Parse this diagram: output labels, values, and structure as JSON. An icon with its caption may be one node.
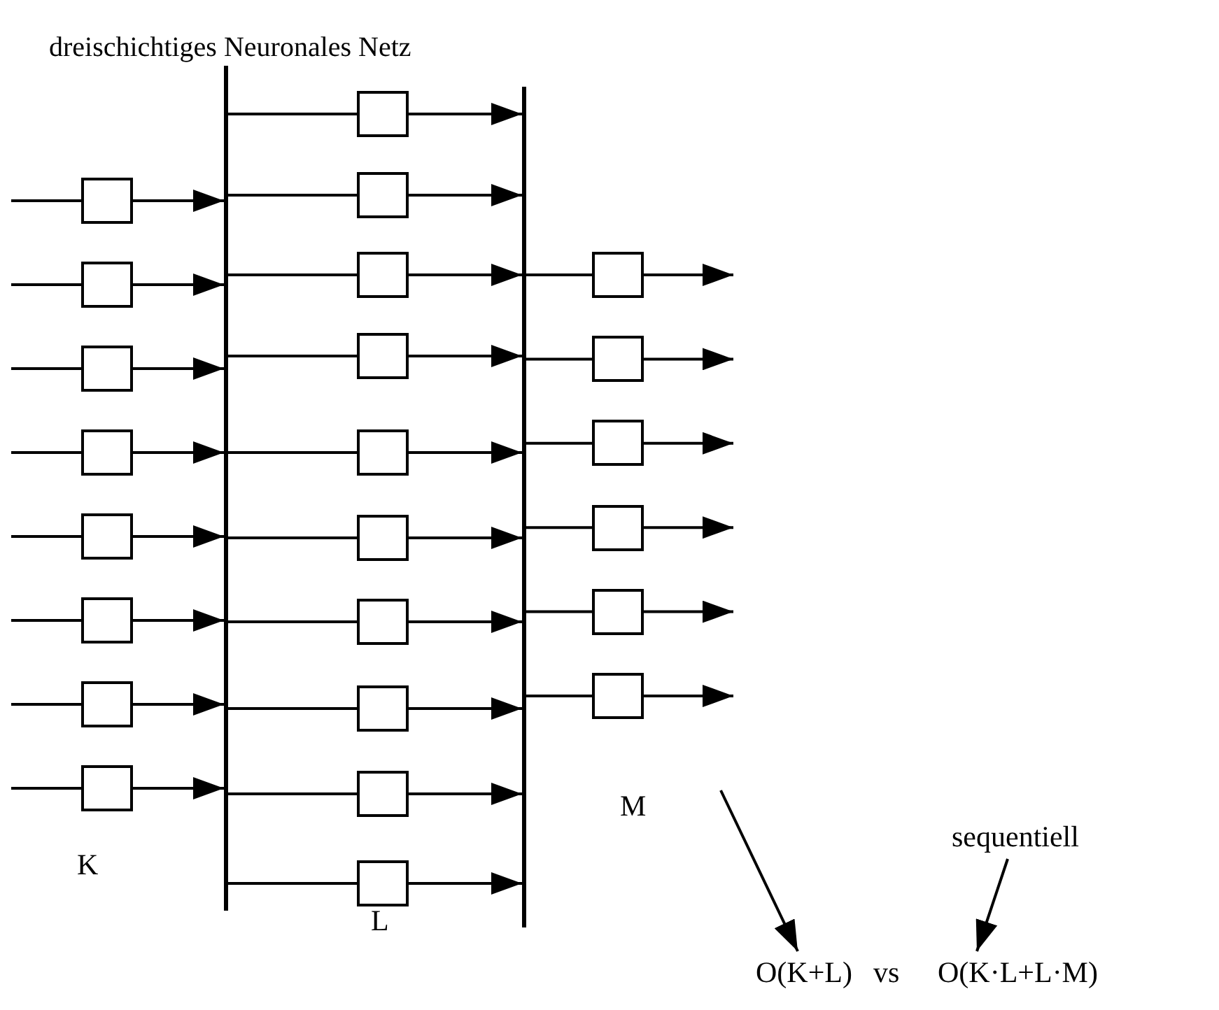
{
  "diagram": {
    "title": "dreischichtiges Neuronales Netz",
    "nodes": [
      {
        "text": [],
        "shape": "bar"
      },
      {
        "text": [],
        "shape": "bar"
      },
      {
        "text": [],
        "shape": "box"
      },
      {
        "text": [],
        "shape": "box"
      },
      {
        "text": [],
        "shape": "box"
      },
      {
        "text": [],
        "shape": "box"
      },
      {
        "text": [],
        "shape": "box"
      },
      {
        "text": [],
        "shape": "box"
      },
      {
        "text": [],
        "shape": "box"
      },
      {
        "text": [],
        "shape": "box"
      },
      {
        "text": [],
        "shape": "box"
      },
      {
        "text": [],
        "shape": "box"
      },
      {
        "text": [],
        "shape": "box"
      },
      {
        "text": [],
        "shape": "box"
      },
      {
        "text": [],
        "shape": "box"
      },
      {
        "text": [],
        "shape": "box"
      },
      {
        "text": [],
        "shape": "box"
      },
      {
        "text": [],
        "shape": "box"
      },
      {
        "text": [],
        "shape": "box"
      },
      {
        "text": [],
        "shape": "box"
      },
      {
        "text": [],
        "shape": "box"
      },
      {
        "text": [],
        "shape": "box"
      },
      {
        "text": [],
        "shape": "box"
      },
      {
        "text": [],
        "shape": "box"
      },
      {
        "text": [],
        "shape": "box"
      },
      {
        "text": [],
        "shape": "box"
      },
      {
        "text": [
          "sequentiell"
        ]
      },
      {
        "text": [
          "O(K+L)"
        ]
      },
      {
        "text": [
          "O(K·L+L·M)"
        ]
      }
    ],
    "edges": [
      {
        "from": 0,
        "to": 2,
        "arrow": "none"
      },
      {
        "from": 2,
        "to": 1,
        "arrow": "to"
      },
      {
        "from": 0,
        "to": 3,
        "arrow": "none"
      },
      {
        "from": 3,
        "to": 1,
        "arrow": "to"
      },
      {
        "from": 0,
        "to": 4,
        "arrow": "none"
      },
      {
        "from": 4,
        "to": 1,
        "arrow": "to"
      },
      {
        "from": 0,
        "to": 5,
        "arrow": "none"
      },
      {
        "from": 5,
        "to": 1,
        "arrow": "to"
      },
      {
        "from": 0,
        "to": 6,
        "arrow": "none"
      },
      {
        "from": 6,
        "to": 1,
        "arrow": "to"
      },
      {
        "from": 0,
        "to": 7,
        "arrow": "none"
      },
      {
        "from": 7,
        "to": 1,
        "arrow": "to"
      },
      {
        "from": 0,
        "to": 8,
        "arrow": "none"
      },
      {
        "from": 8,
        "to": 1,
        "arrow": "to"
      },
      {
        "from": 0,
        "to": 9,
        "arrow": "none"
      },
      {
        "from": 9,
        "to": 1,
        "arrow": "to"
      },
      {
        "from": 0,
        "to": 10,
        "arrow": "none"
      },
      {
        "from": 10,
        "to": 1,
        "arrow": "to"
      },
      {
        "from": 0,
        "to": 11,
        "arrow": "none"
      },
      {
        "from": 11,
        "to": 1,
        "arrow": "to"
      },
      {
        "from": null,
        "to": 12,
        "arrow": "none"
      },
      {
        "from": 12,
        "to": 0,
        "arrow": "to"
      },
      {
        "from": null,
        "to": 13,
        "arrow": "none"
      },
      {
        "from": 13,
        "to": 0,
        "arrow": "to"
      },
      {
        "from": null,
        "to": 14,
        "arrow": "none"
      },
      {
        "from": 14,
        "to": 0,
        "arrow": "to"
      },
      {
        "from": null,
        "to": 15,
        "arrow": "none"
      },
      {
        "from": 15,
        "to": 0,
        "arrow": "to"
      },
      {
        "from": null,
        "to": 16,
        "arrow": "none"
      },
      {
        "from": 16,
        "to": 0,
        "arrow": "to"
      },
      {
        "from": null,
        "to": 17,
        "arrow": "none"
      },
      {
        "from": 17,
        "to": 0,
        "arrow": "to"
      },
      {
        "from": null,
        "to": 18,
        "arrow": "none"
      },
      {
        "from": 18,
        "to": 0,
        "arrow": "to"
      },
      {
        "from": null,
        "to": 19,
        "arrow": "none"
      },
      {
        "from": 19,
        "to": 0,
        "arrow": "to"
      },
      {
        "from": 1,
        "to": 20,
        "arrow": "none"
      },
      {
        "from": 20,
        "to": null,
        "arrow": "to"
      },
      {
        "from": 1,
        "to": 21,
        "arrow": "none"
      },
      {
        "from": 21,
        "to": null,
        "arrow": "to"
      },
      {
        "from": 1,
        "to": 22,
        "arrow": "none"
      },
      {
        "from": 22,
        "to": null,
        "arrow": "to"
      },
      {
        "from": 1,
        "to": 23,
        "arrow": "none"
      },
      {
        "from": 23,
        "to": null,
        "arrow": "to"
      },
      {
        "from": 1,
        "to": 24,
        "arrow": "none"
      },
      {
        "from": 24,
        "to": null,
        "arrow": "to"
      },
      {
        "from": 1,
        "to": 25,
        "arrow": "none"
      },
      {
        "from": 25,
        "to": null,
        "arrow": "to"
      },
      {
        "from": null,
        "to": 27,
        "arrow": "to"
      },
      {
        "from": 26,
        "to": 28,
        "arrow": "to"
      }
    ],
    "labels": [
      "K",
      "L",
      "M",
      "vs"
    ]
  }
}
